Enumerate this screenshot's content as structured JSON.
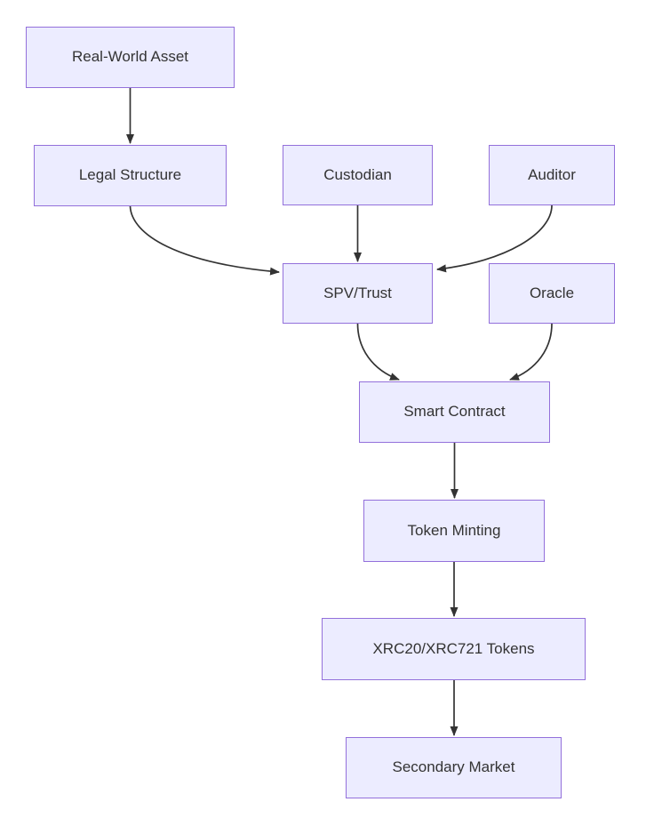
{
  "diagram": {
    "type": "flowchart",
    "direction": "top-down",
    "colors": {
      "node_fill": "#ECECFF",
      "node_border": "#9370DB",
      "edge_stroke": "#333333",
      "text": "#333333",
      "background": "#FFFFFF"
    },
    "nodes": [
      {
        "id": "real-world-asset",
        "label": "Real-World Asset"
      },
      {
        "id": "legal-structure",
        "label": "Legal Structure"
      },
      {
        "id": "custodian",
        "label": "Custodian"
      },
      {
        "id": "auditor",
        "label": "Auditor"
      },
      {
        "id": "spv-trust",
        "label": "SPV/Trust"
      },
      {
        "id": "oracle",
        "label": "Oracle"
      },
      {
        "id": "smart-contract",
        "label": "Smart Contract"
      },
      {
        "id": "token-minting",
        "label": "Token Minting"
      },
      {
        "id": "xrc-tokens",
        "label": "XRC20/XRC721 Tokens"
      },
      {
        "id": "secondary-market",
        "label": "Secondary Market"
      }
    ],
    "edges": [
      {
        "from": "real-world-asset",
        "to": "legal-structure"
      },
      {
        "from": "legal-structure",
        "to": "spv-trust"
      },
      {
        "from": "custodian",
        "to": "spv-trust"
      },
      {
        "from": "auditor",
        "to": "spv-trust"
      },
      {
        "from": "spv-trust",
        "to": "smart-contract"
      },
      {
        "from": "oracle",
        "to": "smart-contract"
      },
      {
        "from": "smart-contract",
        "to": "token-minting"
      },
      {
        "from": "token-minting",
        "to": "xrc-tokens"
      },
      {
        "from": "xrc-tokens",
        "to": "secondary-market"
      }
    ]
  }
}
